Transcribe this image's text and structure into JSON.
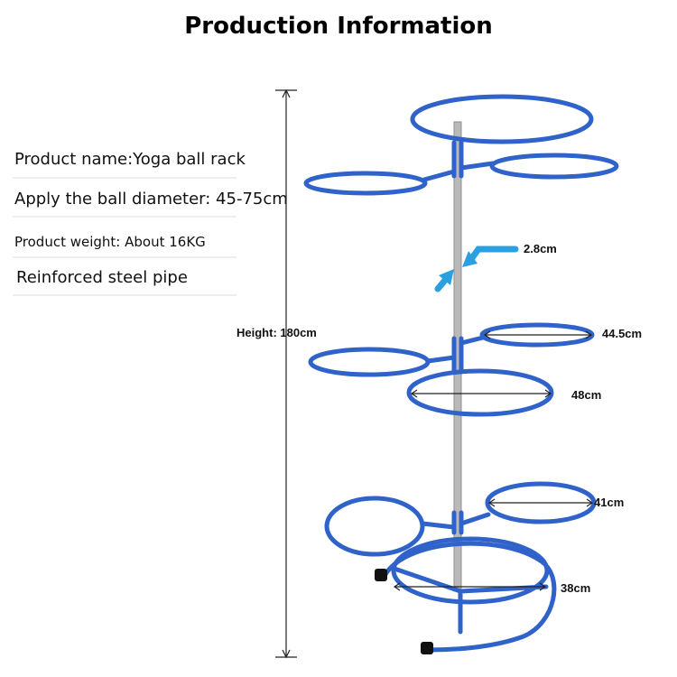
{
  "title": "Production Information",
  "specs": {
    "name": "Product name:Yoga ball rack",
    "diameter": "Apply the ball diameter: 45-75cm",
    "weight": "Product weight: About 16KG",
    "material": "Reinforced steel pipe"
  },
  "dimensions": {
    "height": "Height: 180cm",
    "pipe": "2.8cm",
    "ring_upper_right": "44.5cm",
    "ring_middle": "48cm",
    "ring_lower_right": "41cm",
    "ring_base": "38cm"
  },
  "colors": {
    "frame": "#2f63c9",
    "pole": "#b9b9b9",
    "arrow": "#2aa0e0",
    "text": "#111111"
  }
}
